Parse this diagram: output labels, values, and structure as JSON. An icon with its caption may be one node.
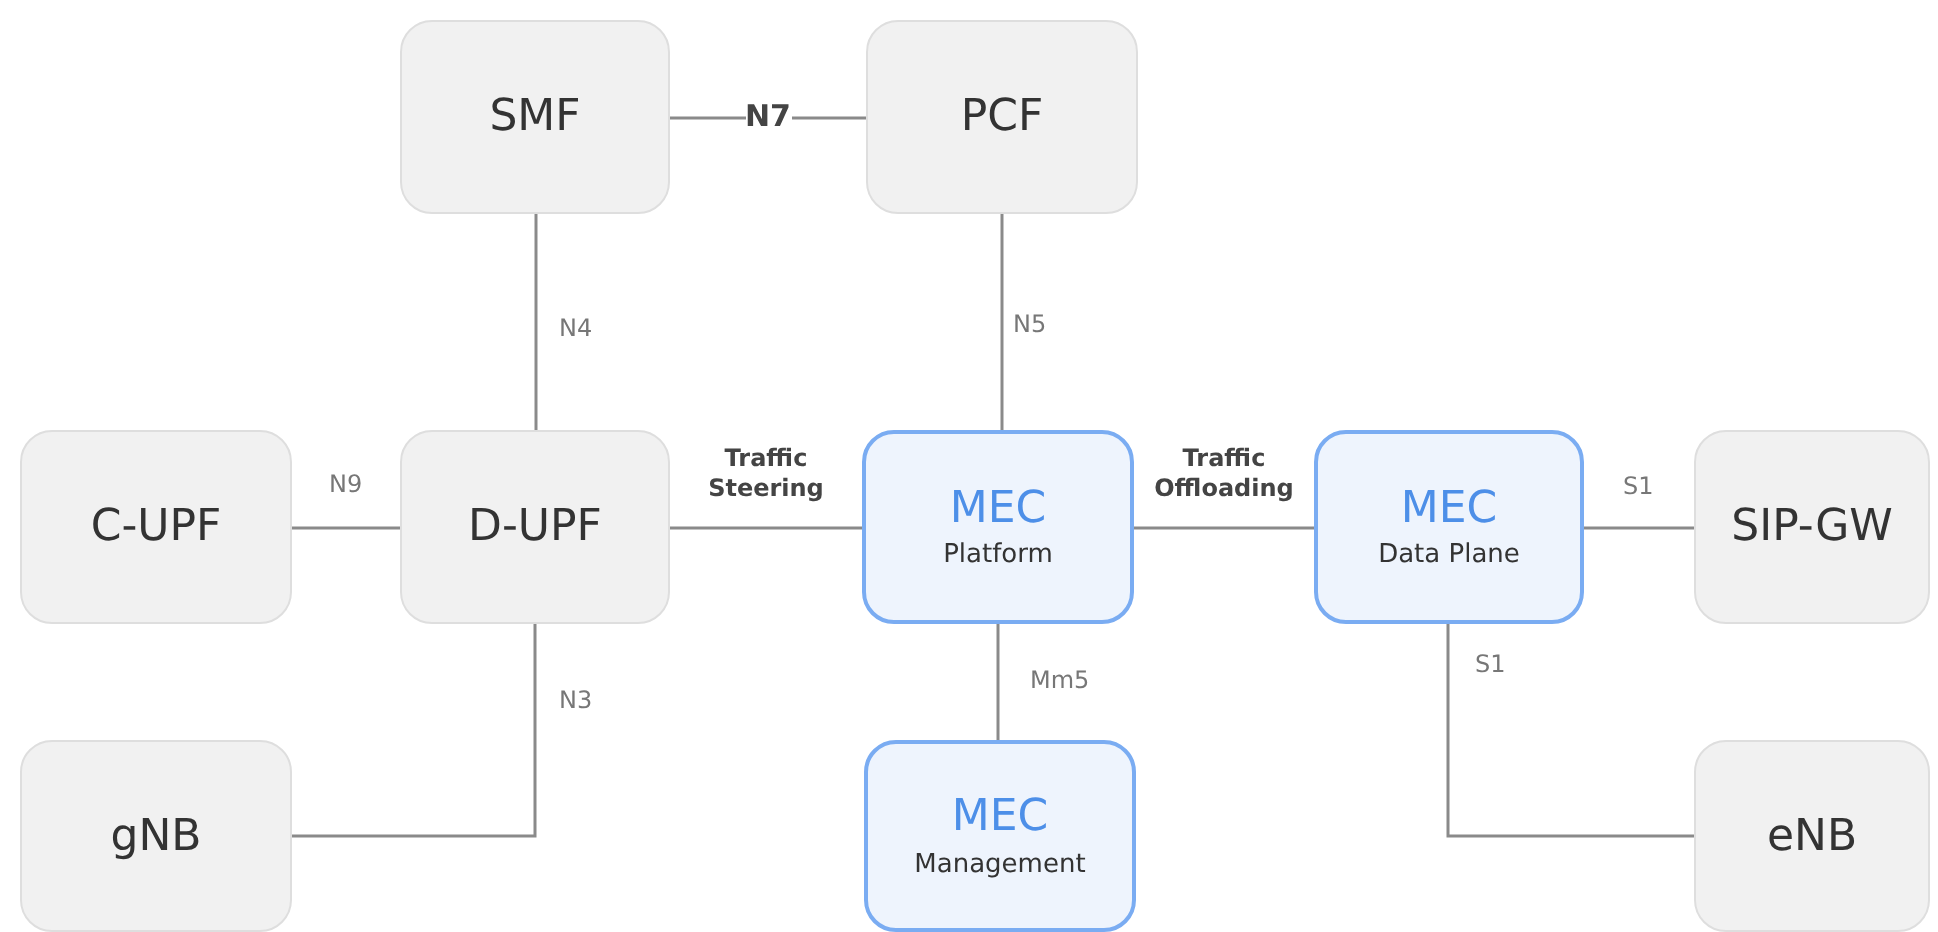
{
  "diagram": {
    "nodes": [
      {
        "text": [
          "SMF"
        ]
      },
      {
        "text": [
          "PCF"
        ]
      },
      {
        "text": [
          "C-UPF"
        ]
      },
      {
        "text": [
          "D-UPF"
        ]
      },
      {
        "text": [
          "MEC",
          "Platform"
        ]
      },
      {
        "text": [
          "MEC",
          "Data Plane"
        ]
      },
      {
        "text": [
          "SIP-GW"
        ]
      },
      {
        "text": [
          "gNB"
        ]
      },
      {
        "text": [
          "MEC",
          "Management"
        ]
      },
      {
        "text": [
          "eNB"
        ]
      }
    ],
    "edges": [
      {
        "from": 0,
        "to": 1,
        "arrow": "none",
        "label": "N7"
      },
      {
        "from": 0,
        "to": 3,
        "arrow": "none",
        "label": "N4"
      },
      {
        "from": 1,
        "to": 4,
        "arrow": "none",
        "label": "N5"
      },
      {
        "from": 2,
        "to": 3,
        "arrow": "none",
        "label": "N9"
      },
      {
        "from": 3,
        "to": 4,
        "arrow": "none",
        "label": "Traffic Steering"
      },
      {
        "from": 4,
        "to": 5,
        "arrow": "none",
        "label": "Traffic Offloading"
      },
      {
        "from": 5,
        "to": 6,
        "arrow": "none",
        "label": "S1"
      },
      {
        "from": 3,
        "to": 7,
        "arrow": "none",
        "label": "N3"
      },
      {
        "from": 4,
        "to": 8,
        "arrow": "none",
        "label": "Mm5"
      },
      {
        "from": 5,
        "to": 9,
        "arrow": "none",
        "label": "S1"
      }
    ]
  }
}
